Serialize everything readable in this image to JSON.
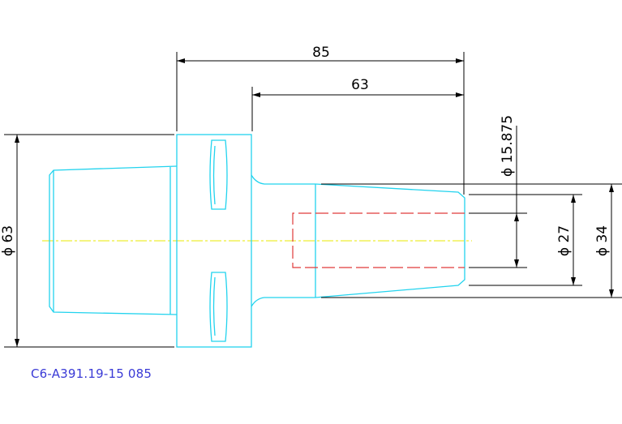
{
  "drawing": {
    "part_code": "C6-A391.19-15 085",
    "dimensions": {
      "overall_length": "85",
      "shank_length": "63",
      "body_diameter": "ϕ 63",
      "bore_diameter": "ϕ 15.875",
      "shank_diameter_a": "ϕ 27",
      "shank_diameter_b": "ϕ 34"
    }
  },
  "colors": {
    "outline": "#22d3ee",
    "hidden_line": "#e03a3a",
    "centerline": "#e8e800",
    "dimension": "#000000",
    "label": "#3a3ad6"
  }
}
